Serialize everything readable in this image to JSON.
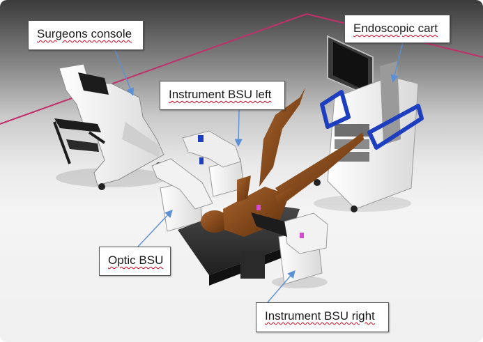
{
  "labels": {
    "surgeons_console": "Surgeons console",
    "endoscopic_cart": "Endoscopic cart",
    "instrument_bsu_left": "Instrument BSU left",
    "optic_bsu": "Optic BSU",
    "instrument_bsu_right": "Instrument BSU right"
  },
  "colors": {
    "floor_edge": "#c0306a",
    "arrow": "#5b8fd6",
    "arm_accent_blue": "#1d3fbf",
    "arm_accent_pink": "#d64ad0",
    "cart_handle": "#1d3fbf",
    "patient_skin": "#8a4f22"
  }
}
